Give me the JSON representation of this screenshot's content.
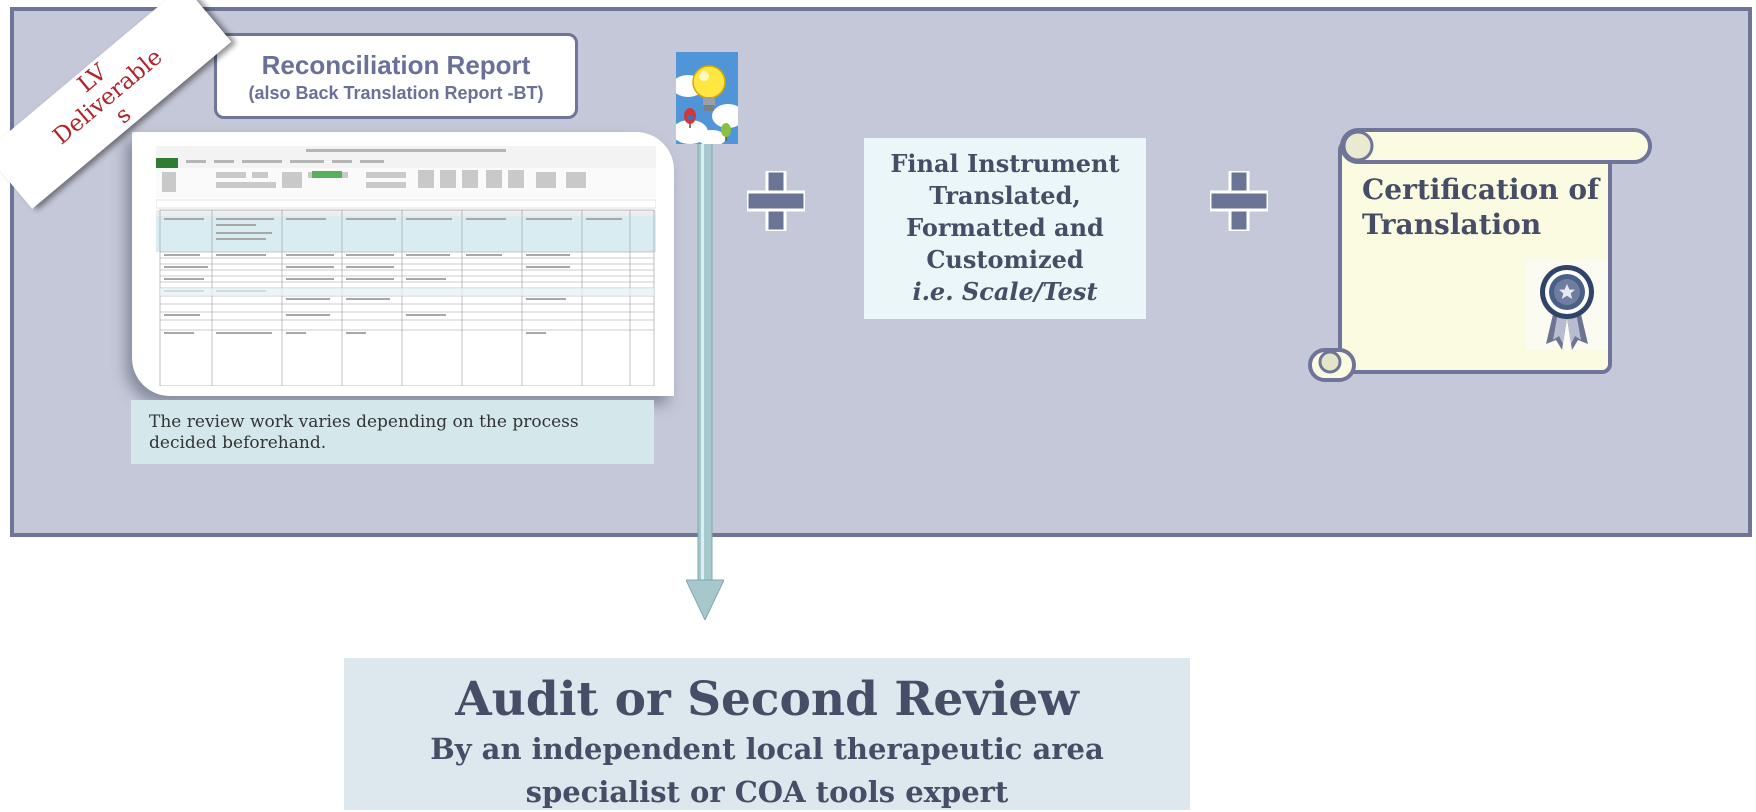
{
  "ribbon": {
    "lines": [
      "LV",
      "Deliverable",
      "s"
    ]
  },
  "reconciliation": {
    "title": "Reconciliation Report",
    "subtitle": "(also Back Translation Report -BT)"
  },
  "spreadsheet_caption": "The review work varies depending on the process decided beforehand.",
  "final_instrument": {
    "lines": [
      "Final Instrument",
      "Translated,",
      "Formatted and",
      "Customized"
    ],
    "italic_line": "i.e. Scale/Test"
  },
  "certification": {
    "lines": [
      "Certification of",
      "Translation"
    ]
  },
  "audit": {
    "title": "Audit or Second Review",
    "subtitle_lines": [
      "By an independent local therapeutic area",
      "specialist or COA tools expert"
    ]
  },
  "icons": {
    "plus": "plus-icon",
    "bulb": "lightbulb-icon",
    "medal": "award-ribbon-icon",
    "scroll": "scroll-icon"
  },
  "colors": {
    "panel_bg": "#c5c8d8",
    "panel_border": "#6e7598",
    "plus": "#6a7596",
    "ribbon_text": "#b0242a",
    "caption_bg": "#d4e8ec",
    "audit_bg": "#dde8ee",
    "pipe": "#a6c8cc"
  }
}
